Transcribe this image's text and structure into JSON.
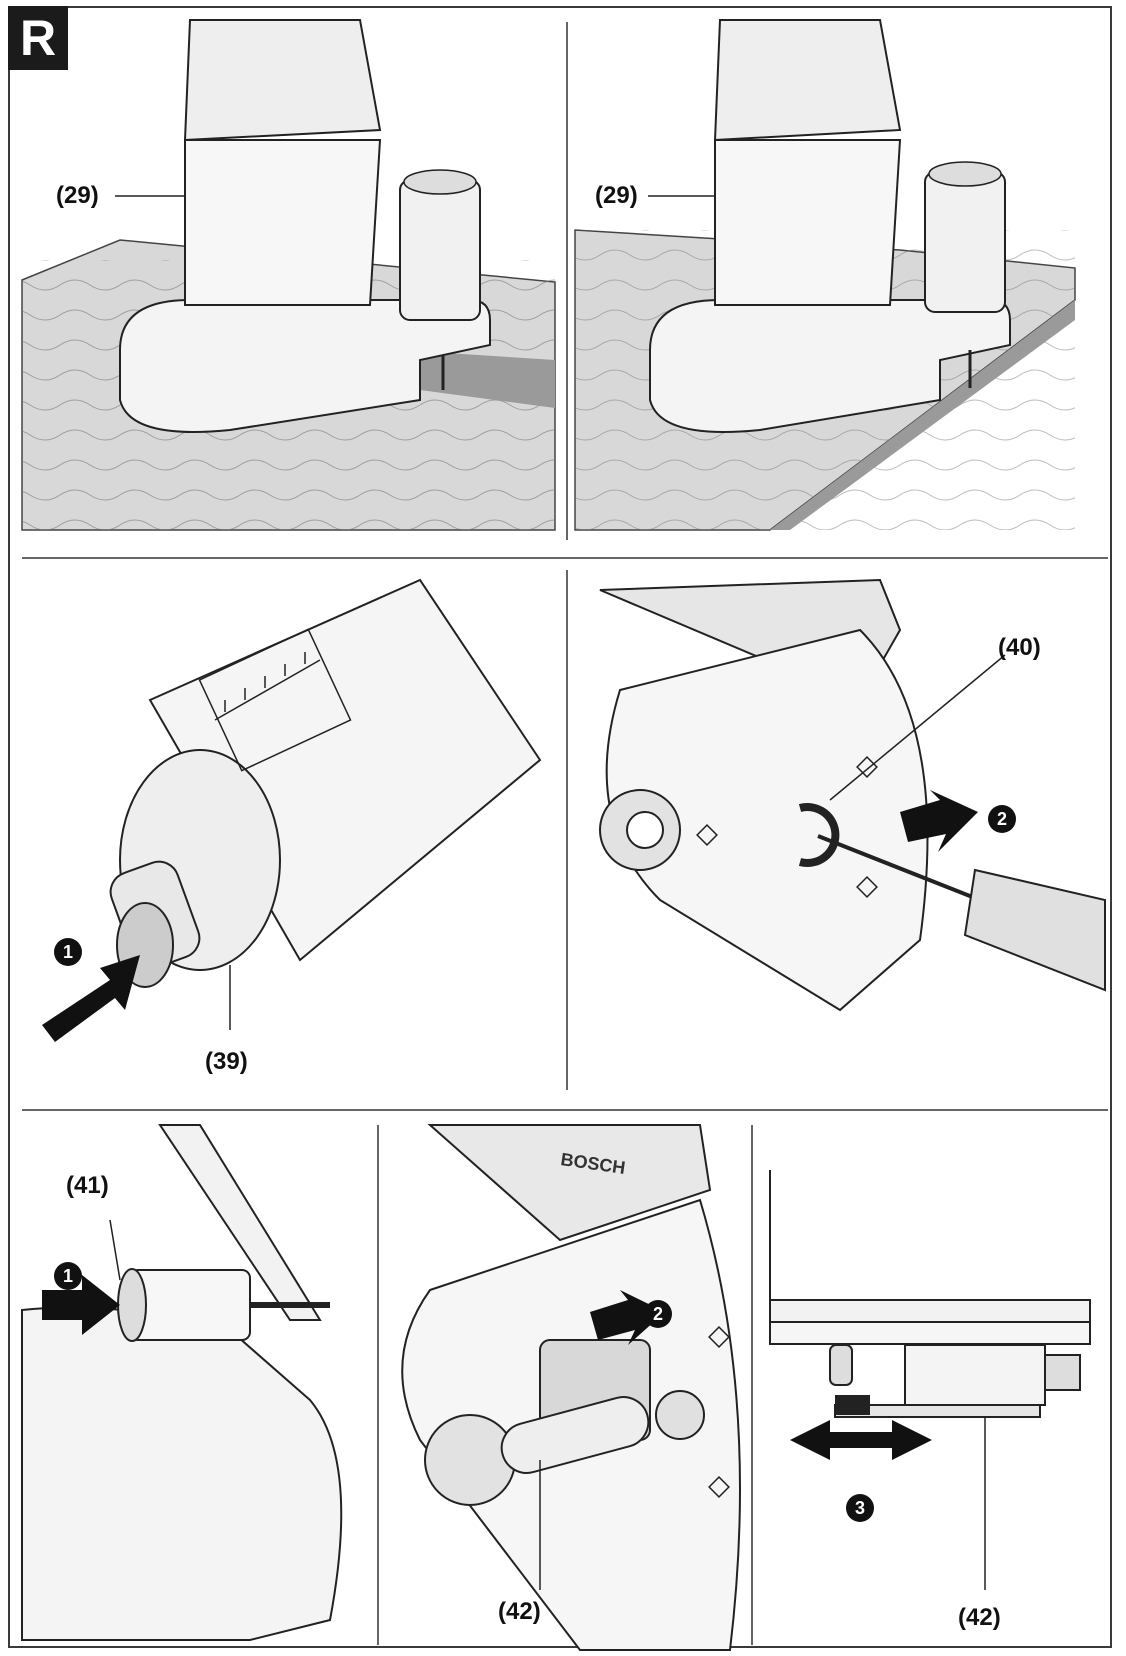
{
  "figure_letter": "R",
  "callouts": {
    "p1": "(29)",
    "p2": "(29)",
    "p3": "(39)",
    "p4": "(40)",
    "p5": "(41)",
    "p6": "(42)",
    "p7": "(42)"
  },
  "steps": {
    "p3": "1",
    "p4": "2",
    "p5": "1",
    "p6": "2",
    "p7": "3"
  },
  "brand_text": "BOSCH"
}
